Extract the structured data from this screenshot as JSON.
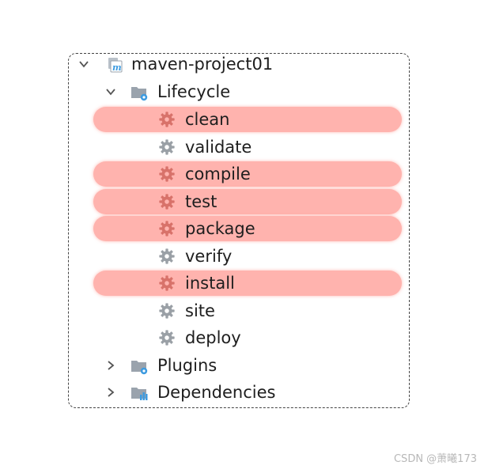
{
  "tree": {
    "project": {
      "label": "maven-project01",
      "icon": "maven-project-icon",
      "expanded": true
    },
    "lifecycle": {
      "label": "Lifecycle",
      "icon": "lifecycle-folder-icon",
      "expanded": true,
      "goals": [
        {
          "label": "clean",
          "highlighted": true,
          "icon": "gear-icon"
        },
        {
          "label": "validate",
          "highlighted": false,
          "icon": "gear-icon"
        },
        {
          "label": "compile",
          "highlighted": true,
          "icon": "gear-icon"
        },
        {
          "label": "test",
          "highlighted": true,
          "icon": "gear-icon"
        },
        {
          "label": "package",
          "highlighted": true,
          "icon": "gear-icon"
        },
        {
          "label": "verify",
          "highlighted": false,
          "icon": "gear-icon"
        },
        {
          "label": "install",
          "highlighted": true,
          "icon": "gear-icon"
        },
        {
          "label": "site",
          "highlighted": false,
          "icon": "gear-icon"
        },
        {
          "label": "deploy",
          "highlighted": false,
          "icon": "gear-icon"
        }
      ]
    },
    "plugins": {
      "label": "Plugins",
      "icon": "plugins-folder-icon",
      "expanded": false
    },
    "dependencies": {
      "label": "Dependencies",
      "icon": "dependencies-folder-icon",
      "expanded": false
    }
  },
  "colors": {
    "highlight": "#ffb3ae",
    "gear_normal": "#9aa0a6",
    "gear_highlighted": "#d8726a",
    "folder": "#9aa3ad",
    "accent_blue": "#3d9be0"
  },
  "watermark": "CSDN @萧曦173"
}
